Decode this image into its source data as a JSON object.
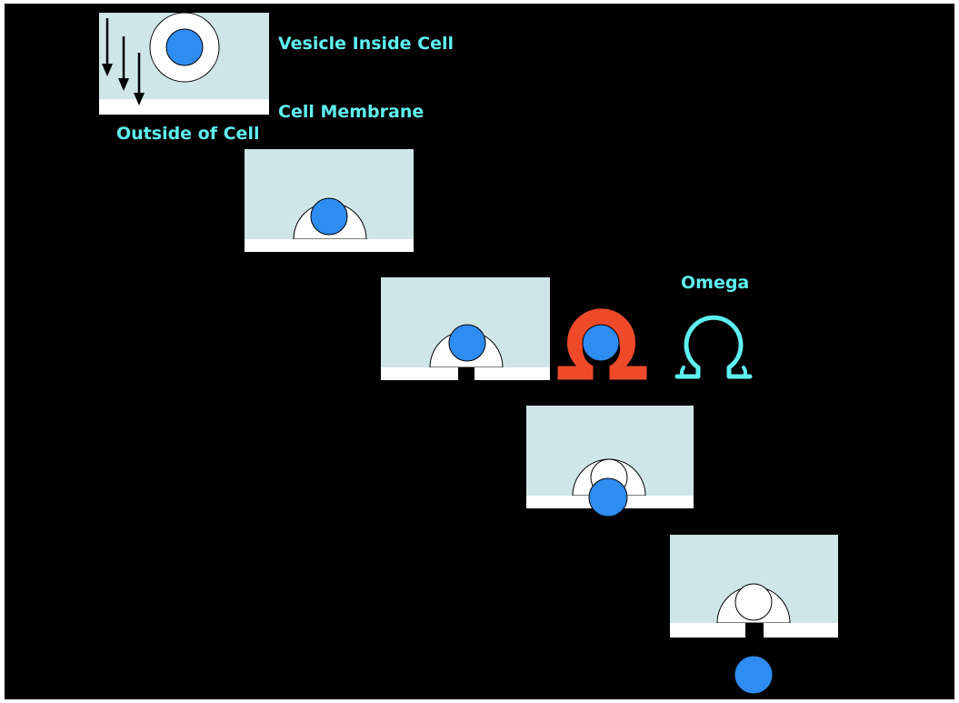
{
  "labels": {
    "vesicle": "Vesicle Inside Cell",
    "membrane": "Cell Membrane",
    "outside": "Outside of Cell",
    "omega": "Omega"
  },
  "colors": {
    "background": "#000000",
    "cytoplasm": "#cfe6e6",
    "membrane": "#ffffff",
    "cargo": "#2f8cf0",
    "label": "#5ff0f0",
    "omega_red": "#ee4a2a",
    "omega_outline": "#5ff0f0",
    "arrow": "#000000"
  },
  "stages": [
    {
      "name": "vesicle-inside-cell"
    },
    {
      "name": "vesicle-docking"
    },
    {
      "name": "fusion-pore-omega"
    },
    {
      "name": "cargo-release"
    },
    {
      "name": "cargo-released"
    }
  ],
  "icons": [
    "arrow-down-icon",
    "omega-red-icon",
    "omega-outline-icon"
  ]
}
